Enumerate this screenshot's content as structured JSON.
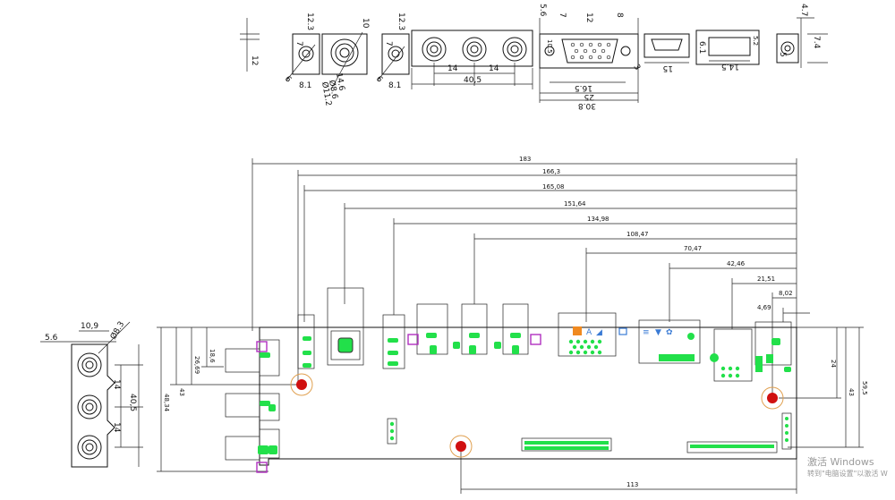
{
  "top_dims": {
    "d12_3a": "12.3",
    "d7a": "7",
    "d8_1a": "8.1",
    "d6a": "6",
    "d12": "12",
    "d10": "10",
    "d14_6": "14.6",
    "d8_6": "Ø8.6",
    "d11_2": "Ø11.2",
    "d12_3b": "12.3",
    "d7b": "7",
    "d8_1b": "8.1",
    "d6b": "6",
    "d14a": "14",
    "d14b": "14",
    "d40_5": "40,5",
    "d5_6": "5.6",
    "d7c": "7",
    "d12b": "12",
    "d8": "8",
    "d10_5": "10.5",
    "d3": "3",
    "d16_5": "16.5",
    "d25": "25",
    "d30_8": "30.8",
    "d15": "15",
    "d6_1": "6.1",
    "d14_5": "14.5",
    "d5_2": "5.2",
    "d4_7": "4.7",
    "d7_4": "7.4",
    "d5": "5"
  },
  "board_dims": {
    "w183": "183",
    "w166_3": "166,3",
    "w165_08": "165,08",
    "w151_64": "151,64",
    "w134_98": "134,98",
    "w108_47": "108,47",
    "w70_47": "70,47",
    "w42_46": "42,46",
    "w21_51": "21,51",
    "w8_02": "8,02",
    "w4_69": "4,69",
    "w113": "113",
    "h18_6": "18,6",
    "h26_69": "26,69",
    "h43": "43",
    "h48_34": "48,34",
    "h24": "24",
    "h43r": "43",
    "h59_5": "59,5"
  },
  "side_dims": {
    "s5_6": "5.6",
    "s10_9": "10,9",
    "s8_3": "Ø8.3",
    "s14a": "14",
    "s14b": "14",
    "s40_5": "40,5"
  },
  "watermark": {
    "line1": "激活 Windows",
    "line2": "转到\"电脑设置\"以激活 W"
  }
}
